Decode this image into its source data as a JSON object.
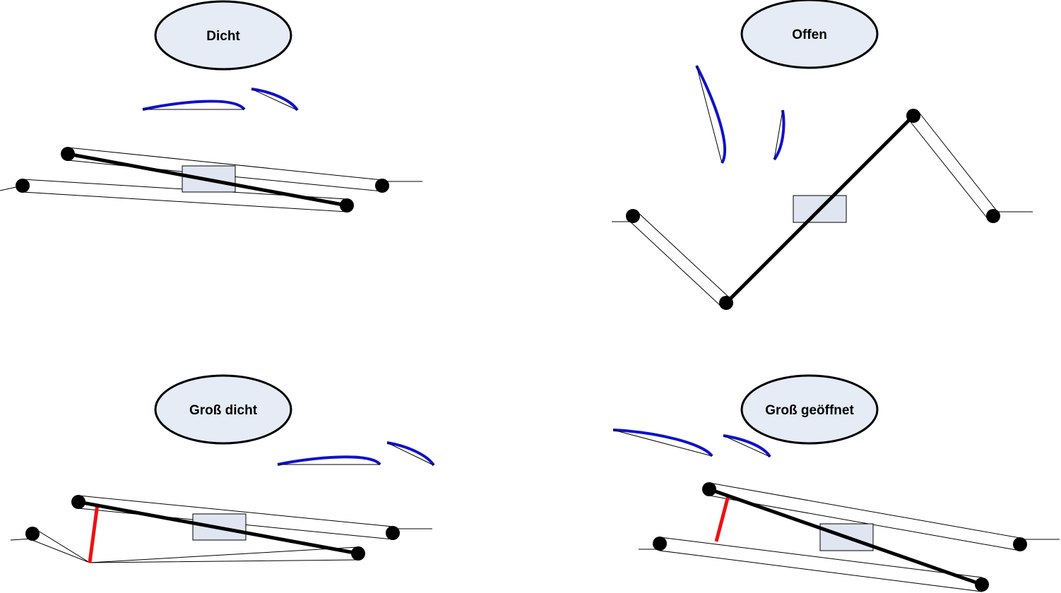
{
  "panels": [
    {
      "title": "Dicht"
    },
    {
      "title": "Offen"
    },
    {
      "title": "Groß dicht"
    },
    {
      "title": "Groß geöffnet"
    }
  ],
  "colors": {
    "ellipse_fill": "#e6ecf5",
    "box_fill": "#dfe6f2",
    "airfoil": "#1010cc",
    "support_bar": "#ee1111",
    "main_bar": "#000000"
  }
}
